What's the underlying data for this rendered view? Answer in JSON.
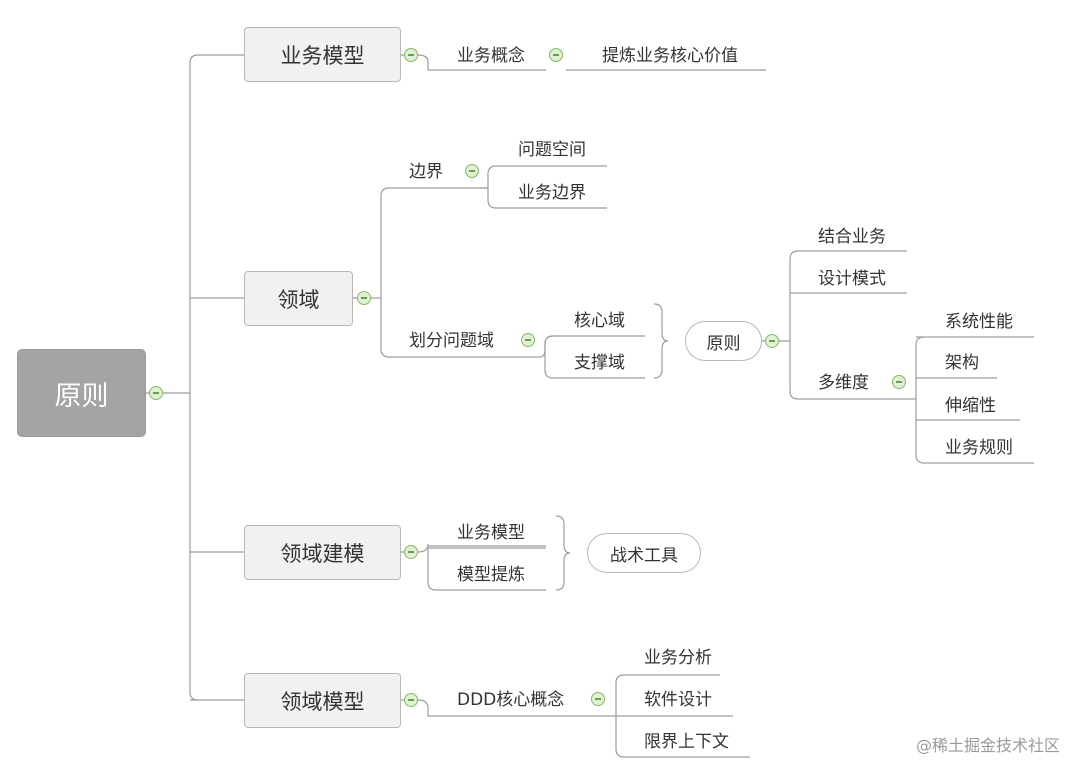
{
  "root": "原则",
  "branches": [
    {
      "label": "业务模型",
      "children": [
        "业务概念",
        "提炼业务核心价值"
      ]
    },
    {
      "label": "领域",
      "boundary": {
        "label": "边界",
        "children": [
          "问题空间",
          "业务边界"
        ]
      },
      "division": {
        "label": "划分问题域",
        "children": [
          "核心域",
          "支撑域"
        ],
        "summary": "原则",
        "principles": [
          "结合业务",
          "设计模式",
          "多维度"
        ],
        "dimensions": [
          "系统性能",
          "架构",
          "伸缩性",
          "业务规则"
        ]
      }
    },
    {
      "label": "领域建模",
      "children": [
        "业务模型",
        "模型提炼"
      ],
      "summary": "战术工具"
    },
    {
      "label": "领域模型",
      "concept": "DDD核心概念",
      "children": [
        "业务分析",
        "软件设计",
        "限界上下文"
      ]
    }
  ],
  "watermark": "@稀土掘金技术社区"
}
